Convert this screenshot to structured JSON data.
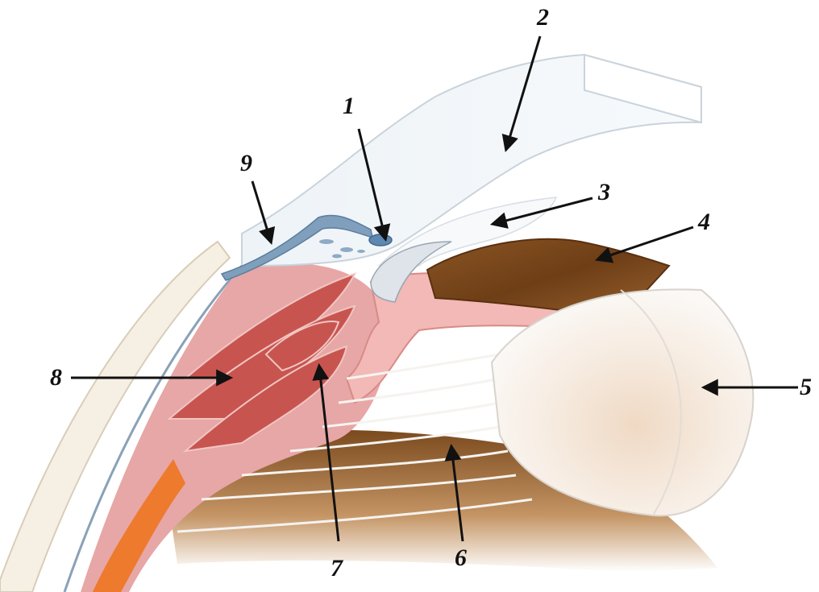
{
  "labels": [
    {
      "id": "1",
      "text": "1"
    },
    {
      "id": "2",
      "text": "2"
    },
    {
      "id": "3",
      "text": "3"
    },
    {
      "id": "4",
      "text": "4"
    },
    {
      "id": "5",
      "text": "5"
    },
    {
      "id": "6",
      "text": "6"
    },
    {
      "id": "7",
      "text": "7"
    },
    {
      "id": "8",
      "text": "8"
    },
    {
      "id": "9",
      "text": "9"
    }
  ]
}
